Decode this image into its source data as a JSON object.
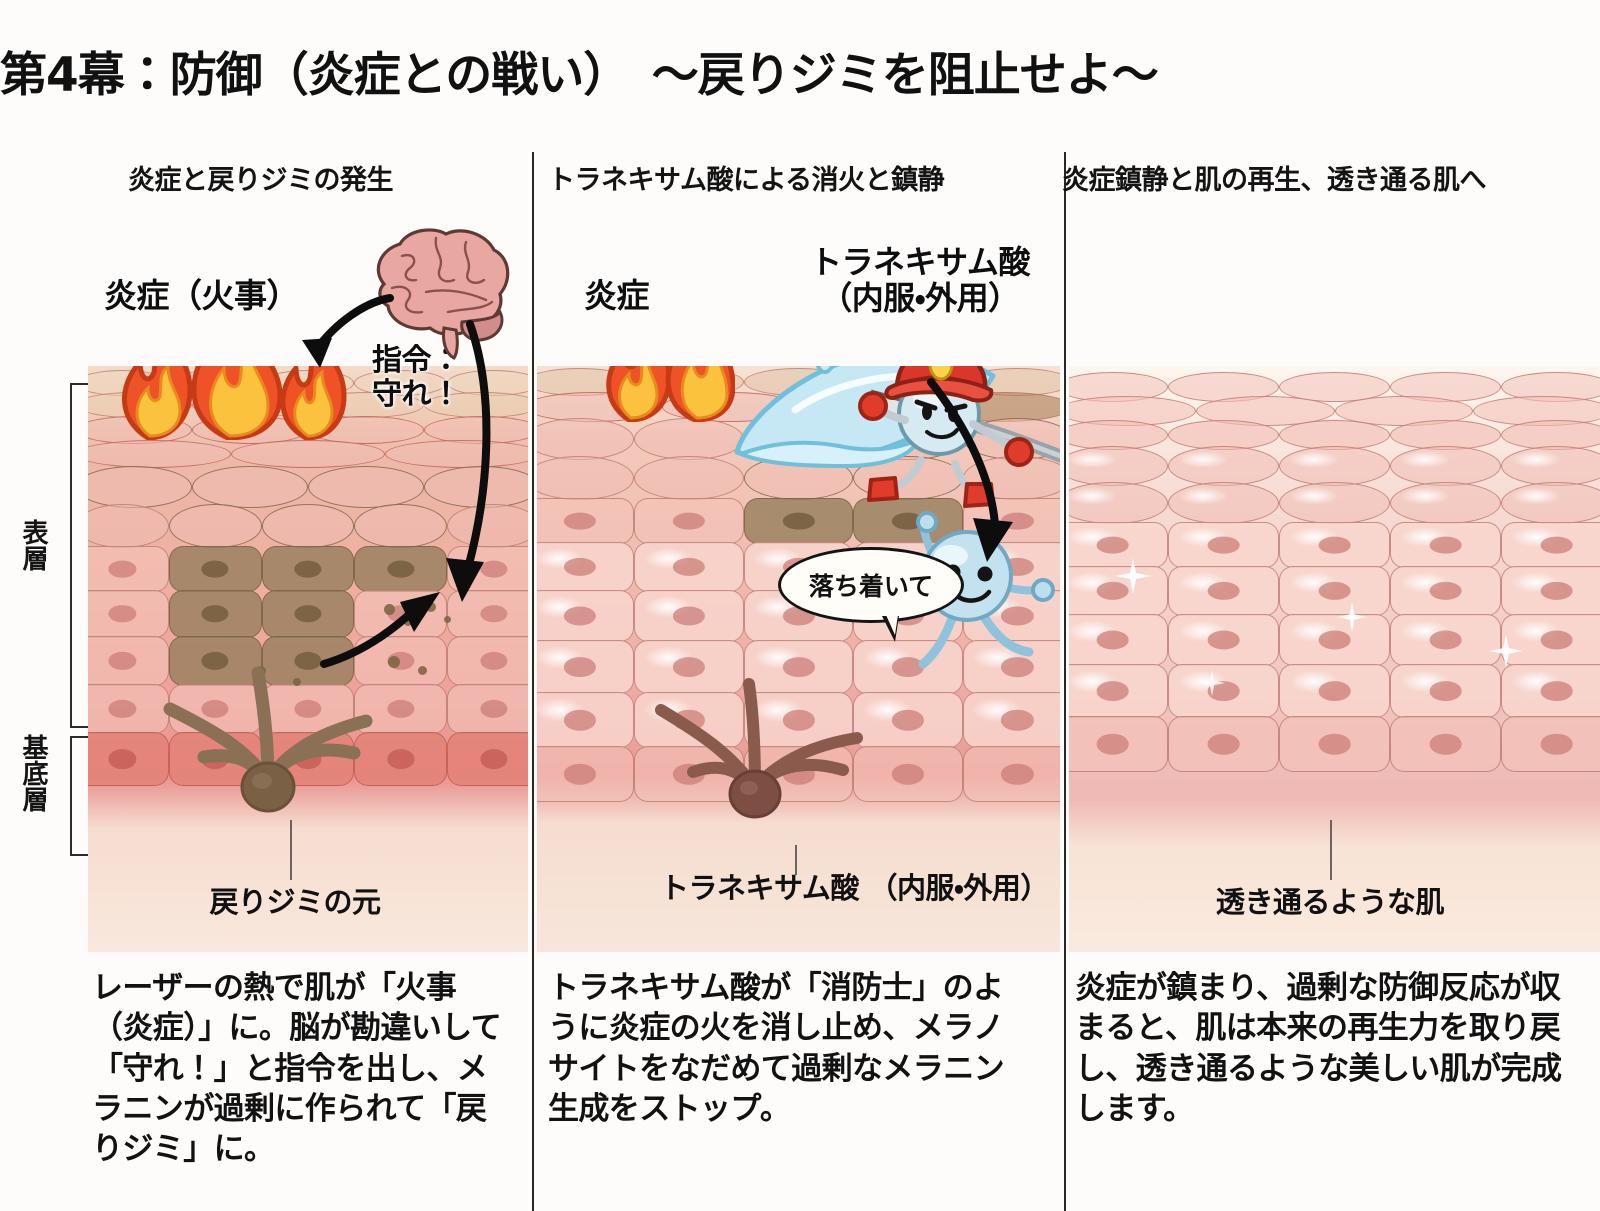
{
  "title": "第4幕：防御（炎症との戦い）　〜戻りジミを阻止せよ〜",
  "columns": [
    {
      "id": "col-inflammation",
      "header": "炎症と戻りジミの発生",
      "art_labels": {
        "inflammation": "炎症（火事）",
        "command": "指令：\n守れ！"
      },
      "callout": "戻りジミの元",
      "caption": "レーザーの熱で肌が「火事（炎症）」に。脳が勘違いして「守れ！」と指令を出し、メラニンが過剰に作られて「戻りジミ」に。",
      "icons": [
        "brain-icon",
        "flame-icon",
        "melanocyte-icon",
        "arrow-icon"
      ]
    },
    {
      "id": "col-tranexamic",
      "header": "トラネキサム酸による消火と鎮静",
      "art_labels": {
        "inflammation": "炎症",
        "drug": "トラネキサム酸\n（内服・外用）"
      },
      "speech_bubble": "落ち着いて",
      "callout": "トラネキサム酸\n（内服・外用）",
      "caption": "トラネキサム酸が「消防士」のように炎症の火を消し止め、メラノサイトをなだめて過剰なメラニン生成をストップ。",
      "icons": [
        "flame-icon",
        "firefighter-icon",
        "water-jet-icon",
        "melanocyte-icon",
        "arrow-icon"
      ]
    },
    {
      "id": "col-clear-skin",
      "header": "炎症鎮静と肌の再生、透き通る肌へ",
      "art_labels": {},
      "callout": "透き通るような肌",
      "caption": "炎症が鎮まり、過剰な防御反応が収まると、肌は本来の再生力を取り戻し、透き通るような美しい肌が完成します。",
      "icons": [
        "healthy-skin-icon",
        "sparkle-icon"
      ]
    }
  ],
  "layer_labels": [
    {
      "id": "layer-epidermis",
      "text": "表層"
    },
    {
      "id": "layer-basal",
      "text": "基底層"
    }
  ],
  "colors": {
    "flame_outer": "#ee4a22",
    "flame_inner": "#fbbf3c",
    "brain_fill": "#e8a7a0",
    "melanocyte": "#8a7055",
    "water": "#c6e8f5",
    "firefighter_helmet": "#d9372a",
    "healthy_cell": "#f4c4ba",
    "inflamed_cell": "#e27e72",
    "divider": "#2a2622",
    "text": "#111111"
  }
}
